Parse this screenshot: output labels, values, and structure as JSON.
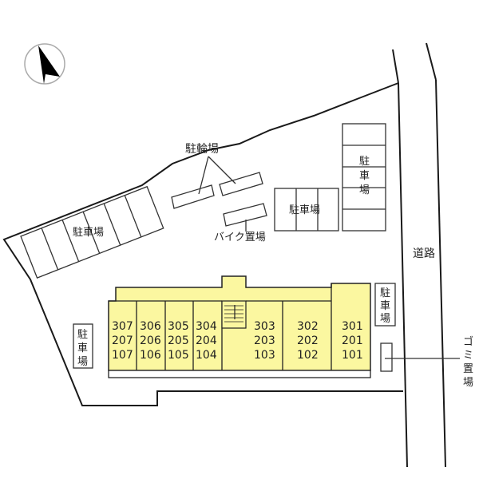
{
  "compass": {
    "icon": "north-arrow-icon"
  },
  "labels": {
    "bicycle_parking": "駐輪場",
    "bike_parking": "バイク置場",
    "road": "道路",
    "garbage": "ゴミ置場",
    "parking": "駐車場",
    "parking_v1": "駐",
    "parking_v2": "車",
    "parking_v3": "場",
    "garbage_v1": "ゴ",
    "garbage_v2": "ミ",
    "garbage_v3": "置",
    "garbage_v4": "場"
  },
  "building": {
    "units": [
      {
        "floors": [
          "307",
          "207",
          "107"
        ]
      },
      {
        "floors": [
          "306",
          "206",
          "106"
        ]
      },
      {
        "floors": [
          "305",
          "205",
          "105"
        ]
      },
      {
        "floors": [
          "304",
          "204",
          "104"
        ]
      },
      {
        "floors": [
          "303",
          "203",
          "103"
        ]
      },
      {
        "floors": [
          "302",
          "202",
          "102"
        ]
      },
      {
        "floors": [
          "301",
          "201",
          "101"
        ]
      }
    ]
  },
  "colors": {
    "building_fill": "#fbf7a0"
  }
}
